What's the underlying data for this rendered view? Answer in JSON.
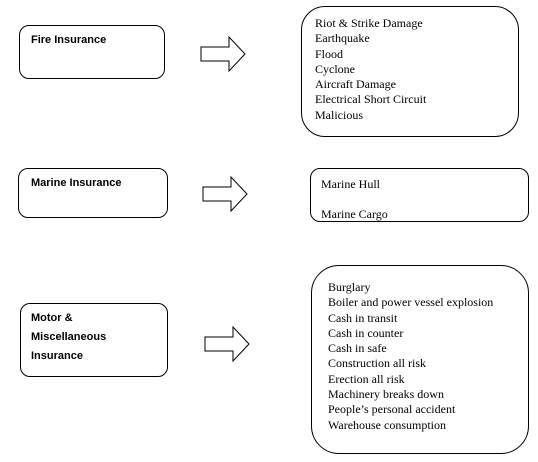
{
  "rows": [
    {
      "left_label": "Fire Insurance",
      "items": [
        "Riot & Strike Damage",
        "Earthquake",
        "Flood",
        "Cyclone",
        "Aircraft Damage",
        "Electrical Short Circuit",
        "Malicious"
      ]
    },
    {
      "left_label": "Marine Insurance",
      "items": [
        "Marine Hull",
        "",
        "Marine Cargo"
      ]
    },
    {
      "left_label_lines": [
        "Motor &",
        "Miscellaneous",
        "Insurance"
      ],
      "items": [
        "Burglary",
        "Boiler and power vessel explosion",
        "Cash in transit",
        "Cash in counter",
        "Cash in safe",
        "Construction all risk",
        "Erection all risk",
        "Machinery breaks down",
        "People’s personal accident",
        "Warehouse consumption"
      ]
    }
  ]
}
